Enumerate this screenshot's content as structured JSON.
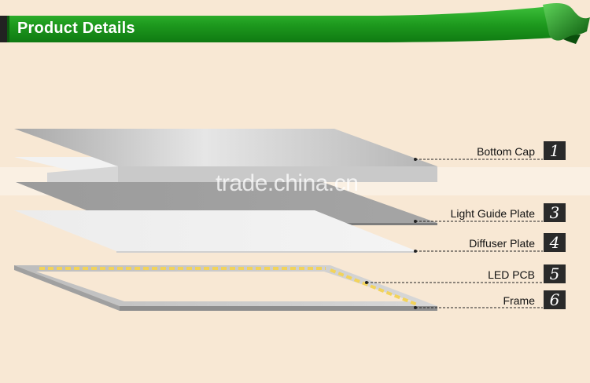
{
  "header": {
    "title": "Product Details"
  },
  "watermark": "trade.china.cn",
  "layers": [
    {
      "label": "Bottom Cap",
      "number": "1"
    },
    {
      "label": "Light Guide Plate",
      "number": "3"
    },
    {
      "label": "Diffuser Plate",
      "number": "4"
    },
    {
      "label": "LED PCB",
      "number": "5"
    },
    {
      "label": "Frame",
      "number": "6"
    }
  ],
  "colors": {
    "banner_green": "#1e9a1e",
    "banner_dark": "#0f6a10",
    "background": "#f8e8d4",
    "led_yellow": "#f2d35a"
  }
}
